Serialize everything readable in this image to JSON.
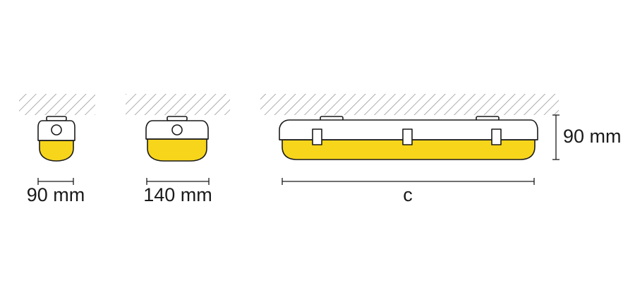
{
  "labels": {
    "small_width": "90 mm",
    "medium_width": "140 mm",
    "long_length": "c",
    "height": "90 mm"
  },
  "colors": {
    "diffuser_fill": "#f7d51b",
    "housing_fill": "#ffffff",
    "outline": "#1a1a1a",
    "ceiling_hatch": "#8c8c8c"
  }
}
